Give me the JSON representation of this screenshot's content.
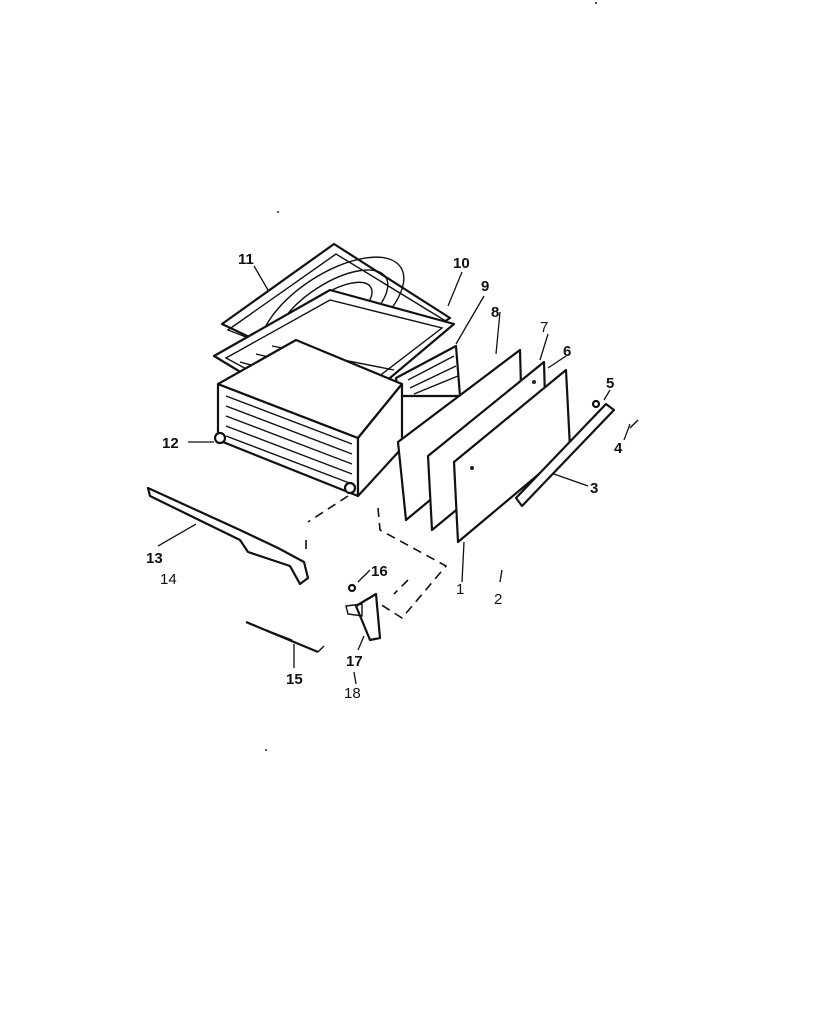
{
  "diagram": {
    "callouts": [
      {
        "id": "11",
        "text": "11"
      },
      {
        "id": "10",
        "text": "10"
      },
      {
        "id": "9",
        "text": "9"
      },
      {
        "id": "8",
        "text": "8"
      },
      {
        "id": "7",
        "text": "7"
      },
      {
        "id": "6",
        "text": "6"
      },
      {
        "id": "5",
        "text": "5"
      },
      {
        "id": "4",
        "text": "4"
      },
      {
        "id": "3",
        "text": "3"
      },
      {
        "id": "2",
        "text": "2"
      },
      {
        "id": "1",
        "text": "1"
      },
      {
        "id": "12",
        "text": "12"
      },
      {
        "id": "13",
        "text": "13"
      },
      {
        "id": "14",
        "text": "14"
      },
      {
        "id": "15",
        "text": "15"
      },
      {
        "id": "16",
        "text": "16"
      },
      {
        "id": "17",
        "text": "17"
      },
      {
        "id": "18",
        "text": "18"
      }
    ]
  }
}
